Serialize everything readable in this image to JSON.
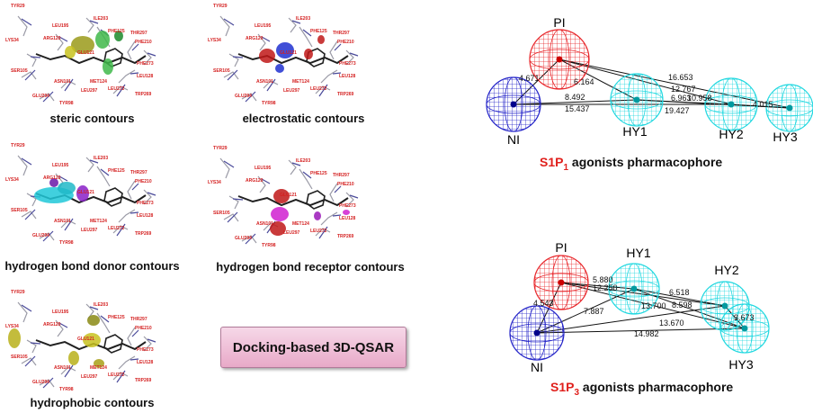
{
  "panels": [
    {
      "caption": "steric contours",
      "theme": "steric"
    },
    {
      "caption": "electrostatic contours",
      "theme": "electro"
    },
    {
      "caption": "hydrogen bond donor contours",
      "theme": "donor"
    },
    {
      "caption": "hydrogen bond receptor contours",
      "theme": "acceptor"
    },
    {
      "caption": "hydrophobic contours",
      "theme": "hydrophobic"
    }
  ],
  "residues": [
    "TYR29",
    "LEU195",
    "ILE203",
    "PHE125",
    "THR297",
    "ARG120",
    "LYS34",
    "GLU121",
    "PHE210",
    "SER105",
    "ASN101",
    "PHE273",
    "LEU128",
    "MET124",
    "LEU297",
    "LEU272",
    "GLU294",
    "TYR98",
    "TRP269"
  ],
  "qsar_label": "Docking-based 3D-QSAR",
  "pharmacophore1": {
    "title_prefix": "S1P",
    "title_sub": "1",
    "title_suffix": " agonists pharmacophore",
    "features": [
      "PI",
      "NI",
      "HY1",
      "HY2",
      "HY3"
    ],
    "distances": [
      "4.671",
      "6.164",
      "8.492",
      "15.437",
      "16.653",
      "12.767",
      "6.963",
      "10.958",
      "19.427",
      "4.015"
    ]
  },
  "pharmacophore3": {
    "title_prefix": "S1P",
    "title_sub": "3",
    "title_suffix": " agonists pharmacophore",
    "features": [
      "PI",
      "NI",
      "HY1",
      "HY2",
      "HY3"
    ],
    "distances": [
      "5.880",
      "12.250",
      "4.543",
      "7.887",
      "6.518",
      "13.700",
      "8.598",
      "3.673",
      "13.670",
      "14.982"
    ]
  },
  "colors": {
    "pi": "#e8262a",
    "ni": "#2323c8",
    "hy": "#20d8e0",
    "title_red": "#e0201c",
    "residue_label": "#d42020",
    "qsar_fill": "#eab4cf"
  }
}
